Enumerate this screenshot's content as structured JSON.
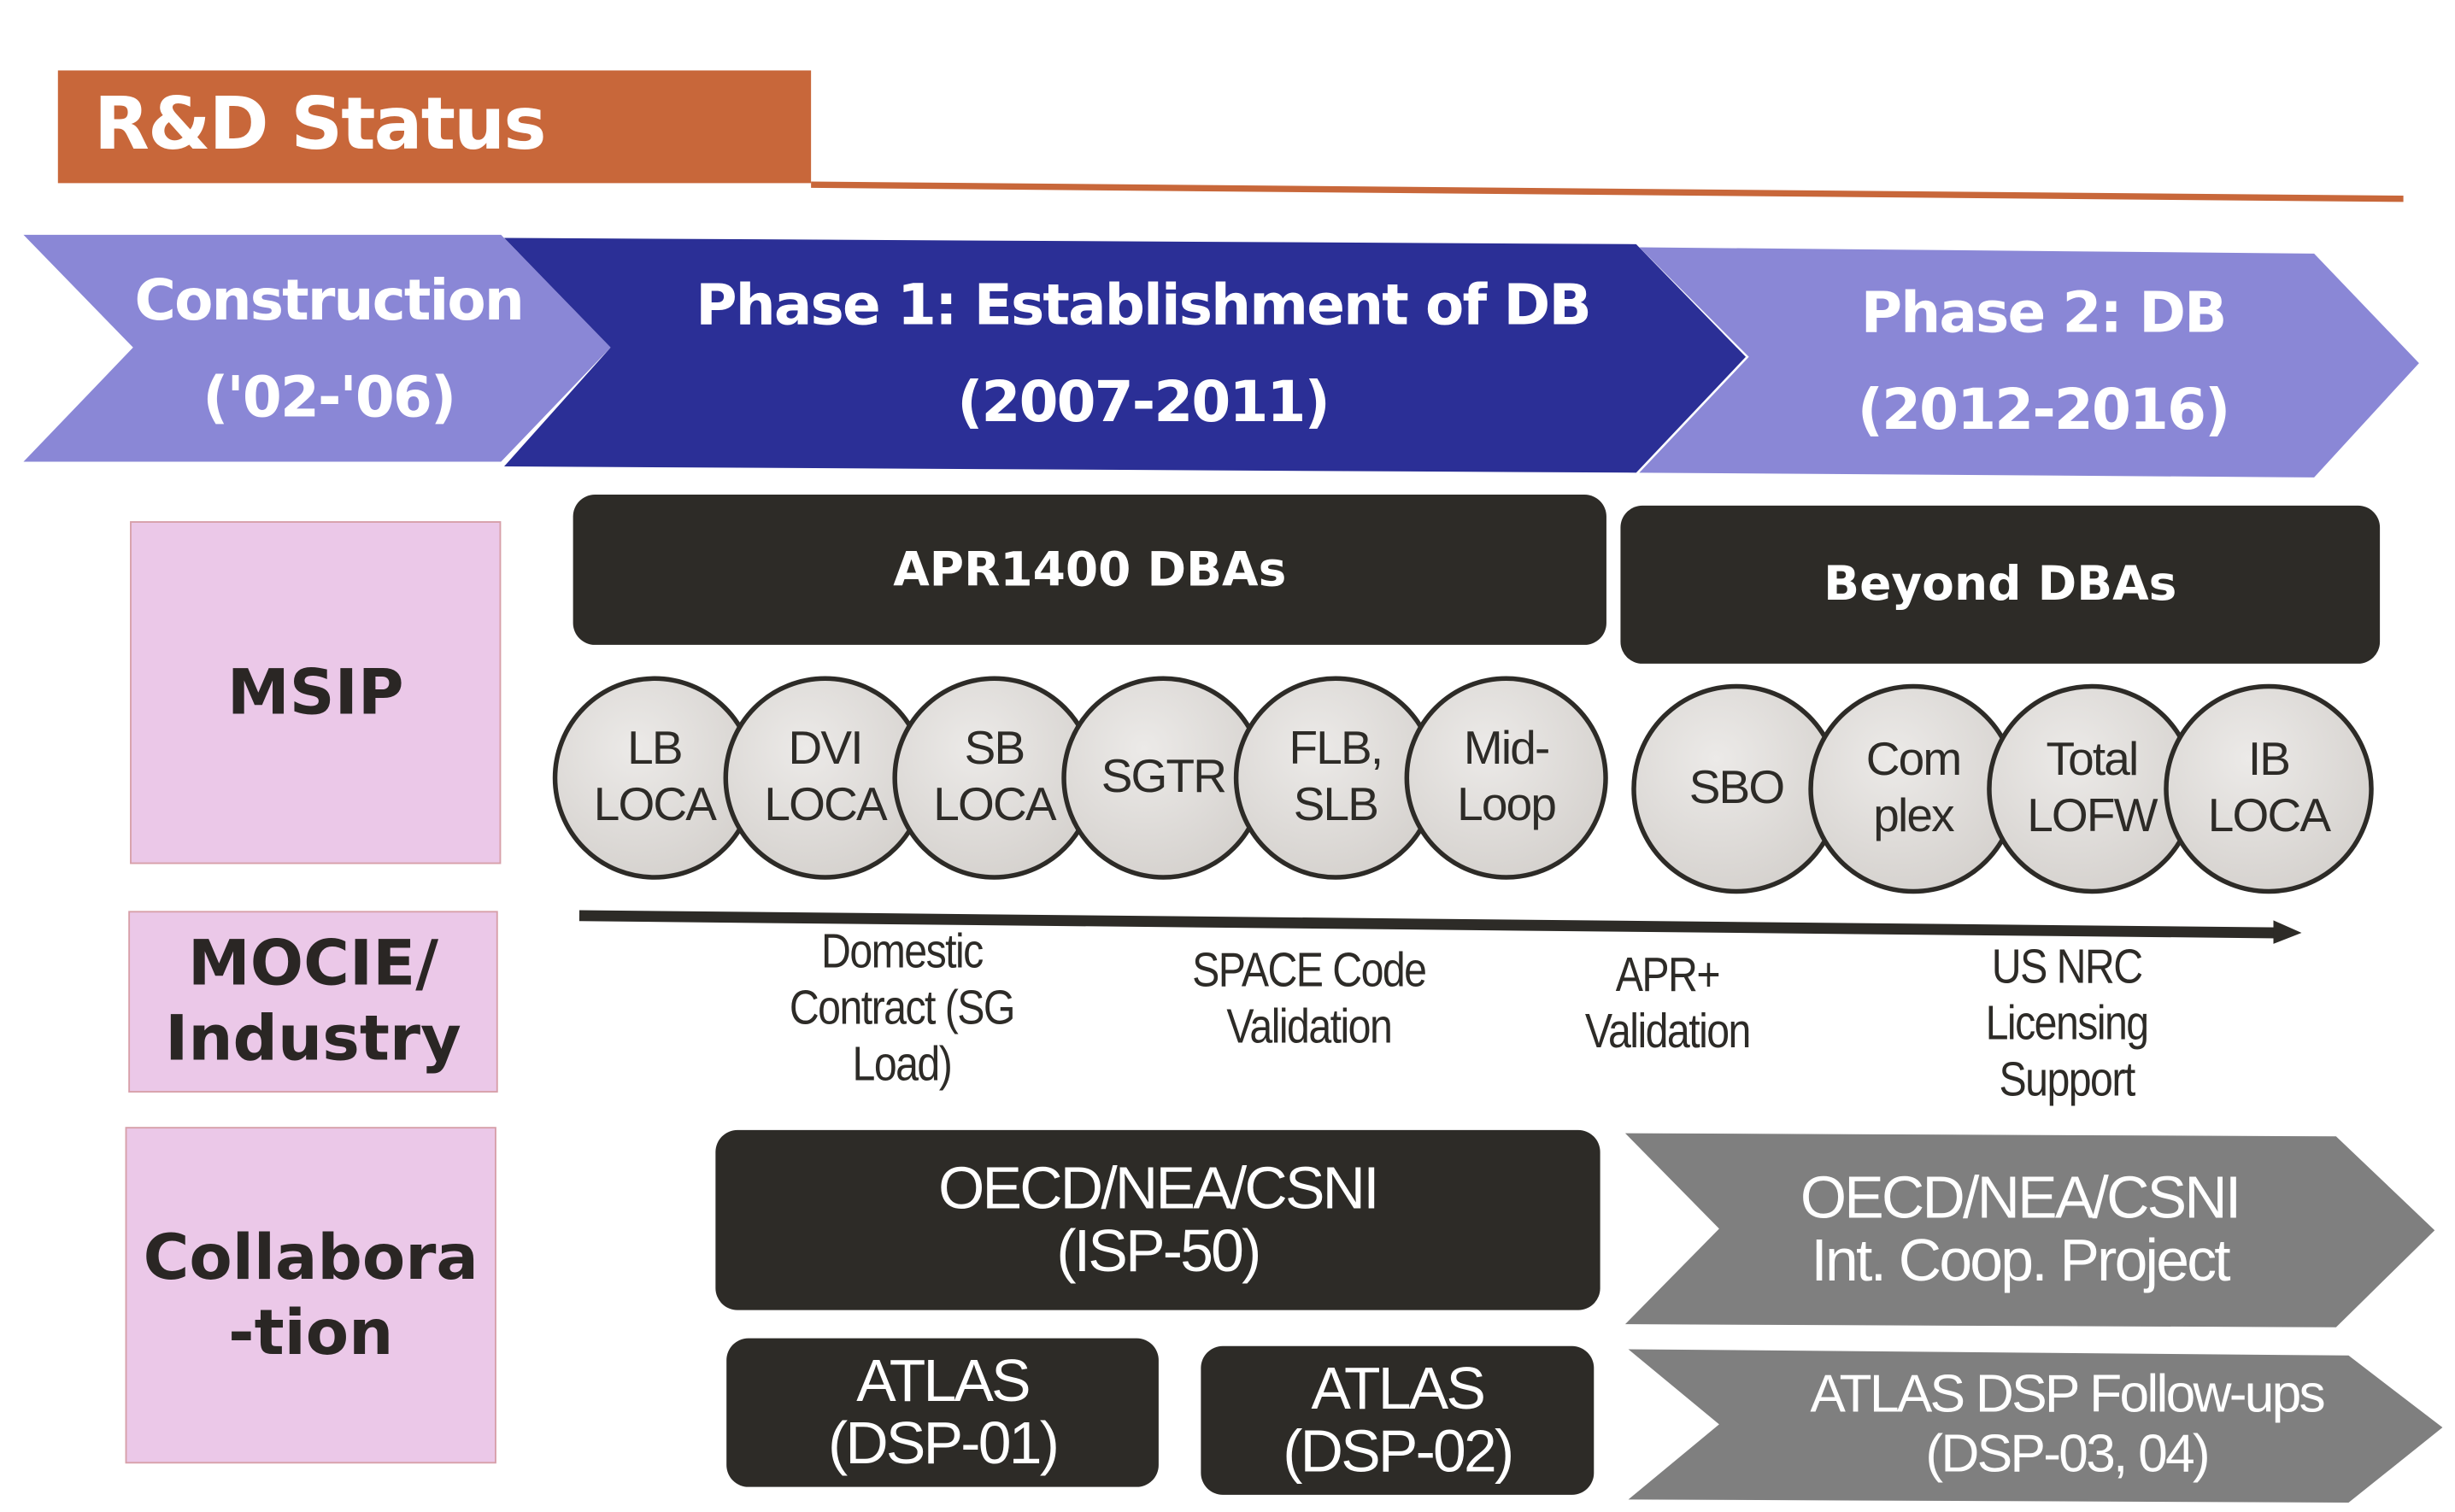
{
  "header": {
    "title": "R&D Status"
  },
  "colors": {
    "accent": "#c8673a",
    "phase_light": "#8a87d6",
    "phase_dark": "#2b2f96",
    "dark_box": "#2d2b27",
    "gray_chevron": "#7f7f7f",
    "row_label_bg": "#ebc8e8"
  },
  "phases": [
    {
      "title": "Construction",
      "period": "('02-'06)"
    },
    {
      "title": "Phase 1:  Establishment of DB",
      "period": "(2007-2011)"
    },
    {
      "title": "Phase 2: DB",
      "period": "(2012-2016)"
    }
  ],
  "rows": {
    "msip": "MSIP",
    "mocie": "MOCIE/ Industry",
    "collab": "Collabora -tion"
  },
  "msip": {
    "apr_bar": "APR1400  DBAs",
    "beyond_bar": "Beyond DBAs",
    "phase1_circles": [
      {
        "l1": "LB",
        "l2": "LOCA"
      },
      {
        "l1": "DVI",
        "l2": "LOCA"
      },
      {
        "l1": "SB",
        "l2": "LOCA"
      },
      {
        "l1": "SGTR",
        "l2": ""
      },
      {
        "l1": "FLB,",
        "l2": "SLB"
      },
      {
        "l1": "Mid-",
        "l2": "Loop"
      }
    ],
    "phase2_circles": [
      {
        "l1": "SBO",
        "l2": ""
      },
      {
        "l1": "Com",
        "l2": "plex"
      },
      {
        "l1": "Total",
        "l2": "LOFW"
      },
      {
        "l1": "IB",
        "l2": "LOCA"
      }
    ]
  },
  "industry": [
    {
      "text": "Domestic Contract (SG Load)"
    },
    {
      "text": "SPACE Code Validation"
    },
    {
      "text": "APR+ Validation"
    },
    {
      "text": "US NRC Licensing Support"
    }
  ],
  "collaboration": {
    "isp50": {
      "l1": "OECD/NEA/CSNI",
      "l2": "(ISP-50)"
    },
    "intcoop": {
      "l1": "OECD/NEA/CSNI",
      "l2": "Int. Coop. Project"
    },
    "dsp01": {
      "l1": "ATLAS",
      "l2": "(DSP-01)"
    },
    "dsp02": {
      "l1": "ATLAS",
      "l2": "(DSP-02)"
    },
    "followups": {
      "l1": "ATLAS DSP Follow-ups",
      "l2": "(DSP-03, 04)"
    }
  }
}
